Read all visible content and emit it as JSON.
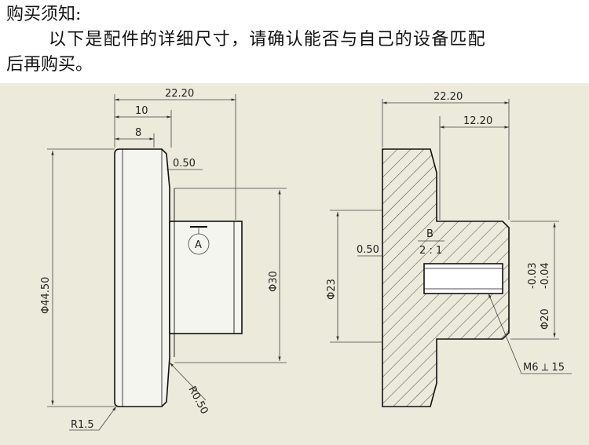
{
  "notice": {
    "line1": "购买须知:",
    "line2": "以下是配件的详细尺寸，请确认能否与自己的设备匹配",
    "line3": "后再购买。"
  },
  "left_view": {
    "dim_total_length": "22.20",
    "dim_10": "10",
    "dim_8": "8",
    "dim_chamfer": "0.50",
    "dim_flange_dia": "Φ44.50",
    "dim_shaft_dia": "Φ30",
    "fillet_radius": "R1.5",
    "fillet_radius_small": "R0.50",
    "detail_label": "A"
  },
  "right_view": {
    "dim_total_length": "22.20",
    "dim_shaft_length": "12.20",
    "dim_chamfer": "0.50",
    "dim_hub_dia": "Φ23",
    "detail_label_top": "B",
    "detail_scale": "2 : 1",
    "tol_upper": "-0.03",
    "tol_lower": "-0.04",
    "dim_shaft_dia": "Φ20",
    "thread_callout": "M6 ⟂ 15"
  }
}
